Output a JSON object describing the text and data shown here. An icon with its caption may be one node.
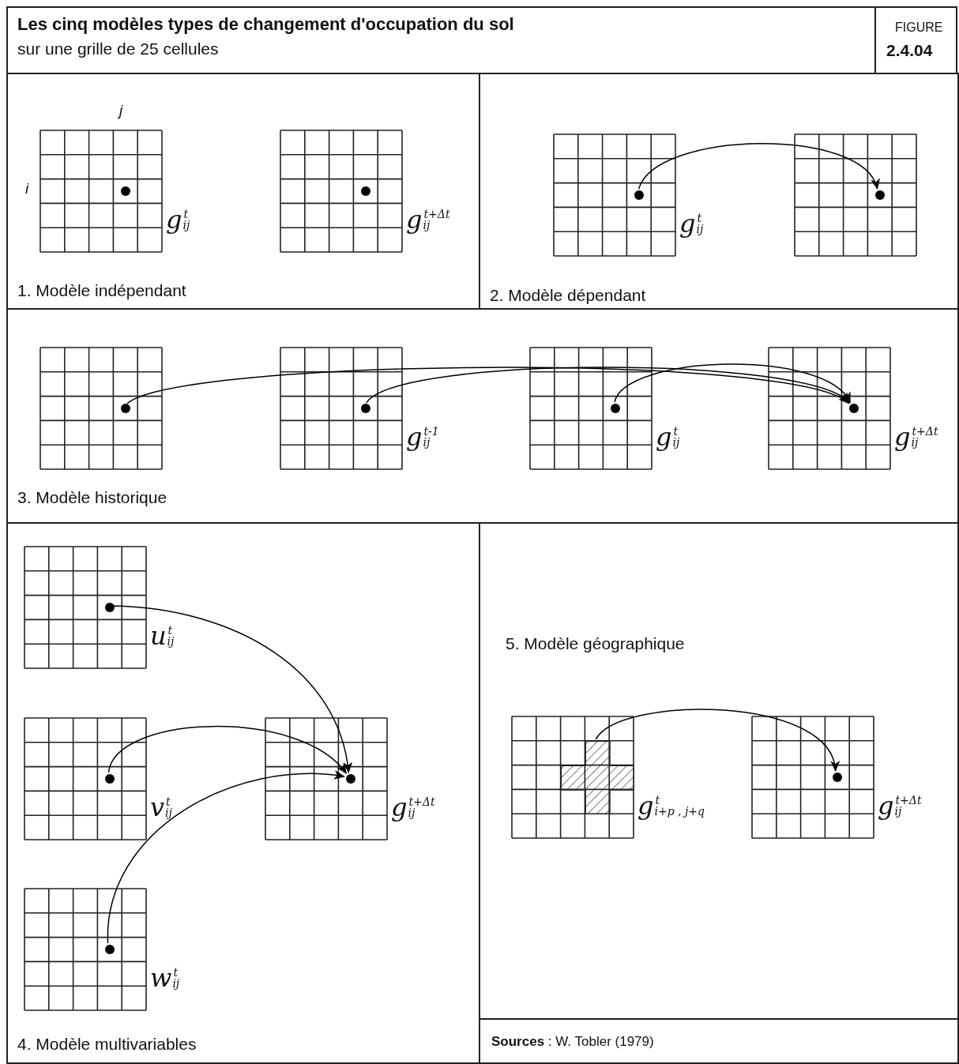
{
  "diagram": {
    "title": "Les cinq modèles types de changement d'occupation du sol",
    "nodes": [
      {
        "text": [
          "1. Modèle indépendant"
        ]
      },
      {
        "text": [],
        "shape": "circle",
        "in": 0
      },
      {
        "text": [],
        "shape": "circle",
        "in": 0
      },
      {
        "text": [
          "2. Modèle dépendant"
        ]
      },
      {
        "text": [],
        "shape": "circle",
        "in": 3
      },
      {
        "text": [],
        "shape": "circle",
        "in": 3
      },
      {
        "text": [
          "3. Modèle historique"
        ]
      },
      {
        "text": [],
        "shape": "circle",
        "in": 6
      },
      {
        "text": [],
        "shape": "circle",
        "in": 6
      },
      {
        "text": [],
        "shape": "circle",
        "in": 6
      },
      {
        "text": [],
        "shape": "circle",
        "in": 6
      },
      {
        "text": [
          "4. Modèle multivariables"
        ]
      },
      {
        "text": [],
        "shape": "circle",
        "in": 11
      },
      {
        "text": [],
        "shape": "circle",
        "in": 11
      },
      {
        "text": [],
        "shape": "circle",
        "in": 11
      },
      {
        "text": [],
        "shape": "circle",
        "in": 11
      },
      {
        "text": [
          "5. Modèle géographique"
        ]
      },
      {
        "text": [],
        "shape": "cross",
        "in": 16
      },
      {
        "text": [],
        "shape": "circle",
        "in": 16
      },
      {
        "text": [
          "**Sources** : W. Tobler (1979)"
        ]
      }
    ],
    "edges": [
      {
        "from": 4,
        "to": 5,
        "arrow": "to"
      },
      {
        "from": 7,
        "to": 10,
        "arrow": "to"
      },
      {
        "from": 8,
        "to": 10,
        "arrow": "to"
      },
      {
        "from": 9,
        "to": 10,
        "arrow": "to"
      },
      {
        "from": 12,
        "to": 14,
        "arrow": "to"
      },
      {
        "from": 13,
        "to": 14,
        "arrow": "to"
      },
      {
        "from": 15,
        "to": 14,
        "arrow": "to"
      },
      {
        "from": 17,
        "to": 18,
        "arrow": "to"
      }
    ],
    "labels": [
      "sur une grille de 25 cellules",
      "FIGURE",
      "2.4.04",
      "j",
      "i",
      "*g*$^{t}$$_{ij}$",
      "*g*$^{t+Δt}$$_{ij}$",
      "*g*$^{t}$$_{ij}$",
      "*g*$^{t-1}$$_{ij}$",
      "*g*$^{t}$$_{ij}$",
      "*g*$^{t+Δt}$$_{ij}$",
      "*u*$^{t}$$_{ij}$",
      "*v*$^{t}$$_{ij}$",
      "*g*$^{t+Δt}$$_{ij}$",
      "*w*$^{t}$$_{ij}$",
      "*g*$^{t}$$_{i+p , j+q}$",
      "*g*$^{t+Δt}$$_{ij}$"
    ]
  }
}
